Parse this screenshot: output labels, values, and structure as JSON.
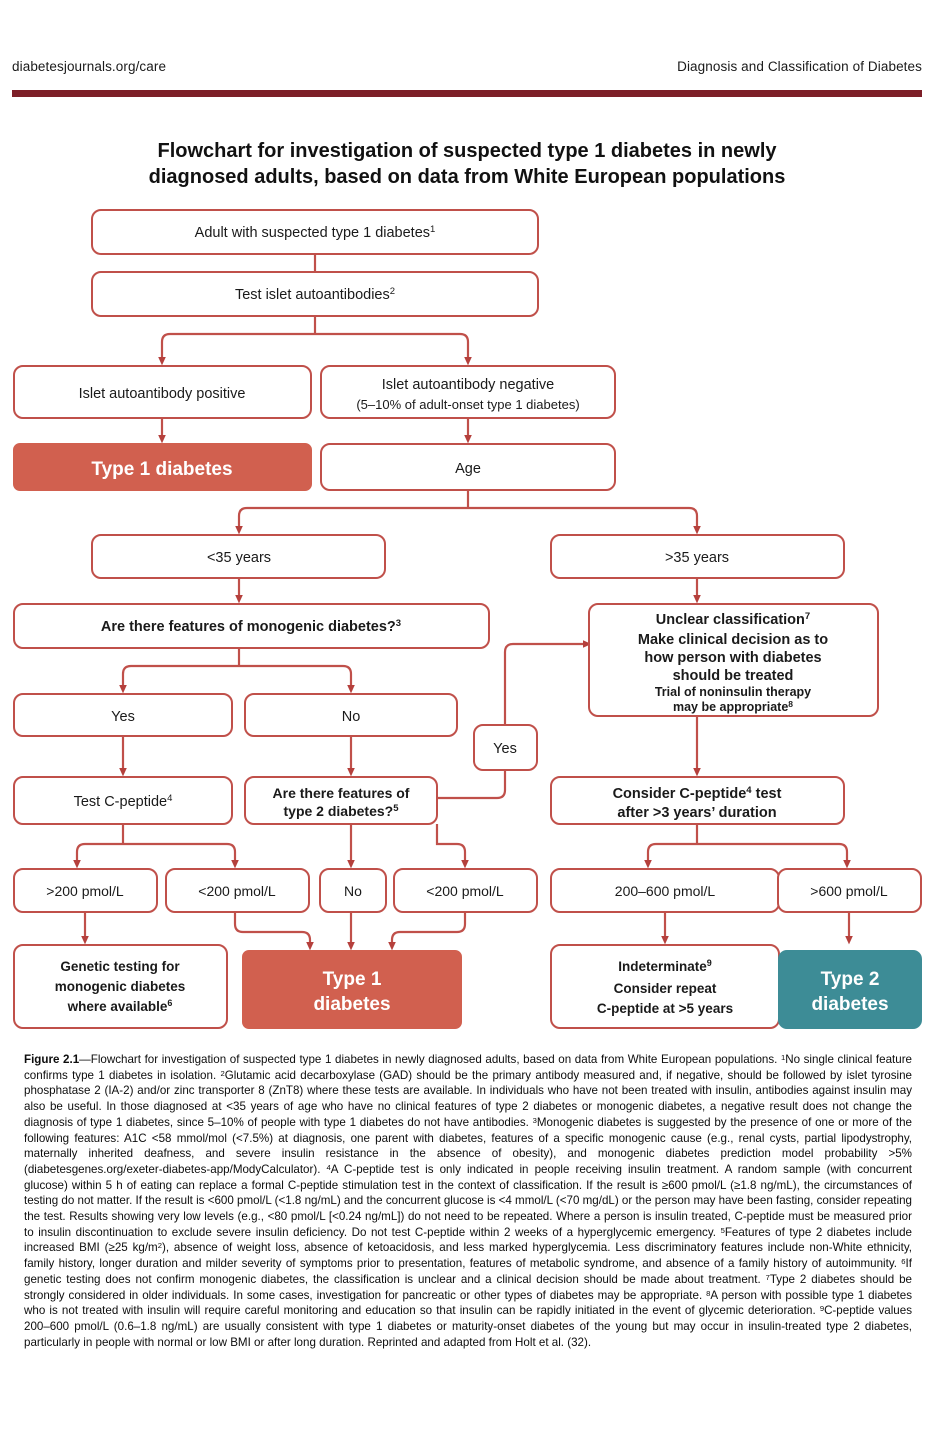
{
  "running_head": {
    "left": "diabetesjournals.org/care",
    "right": "Diagnosis and Classification of Diabetes"
  },
  "figure": {
    "title_line1": "Flowchart for investigation of suspected type 1 diabetes in newly",
    "title_line2": "diagnosed adults, based on data from White European populations"
  },
  "colors": {
    "box_stroke": "#c0504a",
    "connector": "#c0504a",
    "type1_fill": "#d1604f",
    "type2_fill": "#3d8c96",
    "rule": "#7d1f28",
    "text": "#1a1a1a"
  },
  "chart_data": {
    "type": "flowchart",
    "title": "Flowchart for investigation of suspected type 1 diabetes in newly diagnosed adults, based on data from White European populations",
    "nodes": [
      {
        "id": "n1",
        "label": "Adult with suspected type 1 diabetes",
        "sup": "1",
        "style": "white"
      },
      {
        "id": "n2",
        "label": "Test islet autoantibodies",
        "sup": "2",
        "style": "white"
      },
      {
        "id": "n3",
        "label": "Islet autoantibody positive",
        "sup": "",
        "style": "white"
      },
      {
        "id": "n4",
        "label": "Islet autoantibody negative",
        "sub": "(5–10% of adult-onset type 1 diabetes)",
        "sup": "",
        "style": "white"
      },
      {
        "id": "n5",
        "label": "Type 1 diabetes",
        "sup": "",
        "style": "red"
      },
      {
        "id": "n6",
        "label": "Age",
        "sup": "",
        "style": "white"
      },
      {
        "id": "n7",
        "label": "<35 years",
        "sup": "",
        "style": "white"
      },
      {
        "id": "n8",
        "label": ">35 years",
        "sup": "",
        "style": "white"
      },
      {
        "id": "n9",
        "label": "Are there features of monogenic diabetes?",
        "sup": "3",
        "style": "white"
      },
      {
        "id": "n10",
        "label": "Unclear classification",
        "sup": "7",
        "lines": [
          "Make clinical decision as to",
          "how person with diabetes",
          "should be treated"
        ],
        "small_lines": [
          "Trial of noninsulin therapy",
          "may be appropriate"
        ],
        "small_sup": "8",
        "style": "white"
      },
      {
        "id": "n11",
        "label": "Yes",
        "sup": "",
        "style": "white"
      },
      {
        "id": "n12",
        "label": "No",
        "sup": "",
        "style": "white"
      },
      {
        "id": "n13",
        "label": "Yes",
        "sup": "",
        "style": "white"
      },
      {
        "id": "n14",
        "label": "Test C-peptide",
        "sup": "4",
        "style": "white"
      },
      {
        "id": "n15",
        "label": "Are there features of",
        "line2": "type 2 diabetes?",
        "sup": "5",
        "style": "white"
      },
      {
        "id": "n16",
        "label": "Consider C-peptide",
        "sup": "4",
        "label_tail": " test",
        "line2": "after >3 years’ duration",
        "style": "white"
      },
      {
        "id": "n17",
        "label": ">200 pmol/L",
        "sup": "",
        "style": "white"
      },
      {
        "id": "n18",
        "label": "<200 pmol/L",
        "sup": "",
        "style": "white"
      },
      {
        "id": "n19",
        "label": "No",
        "sup": "",
        "style": "white"
      },
      {
        "id": "n20",
        "label": "<200 pmol/L",
        "sup": "",
        "style": "white"
      },
      {
        "id": "n21",
        "label": "200–600 pmol/L",
        "sup": "",
        "style": "white"
      },
      {
        "id": "n22",
        "label": ">600 pmol/L",
        "sup": "",
        "style": "white"
      },
      {
        "id": "n23",
        "lines": [
          "Genetic testing for",
          "monogenic diabetes",
          "where available"
        ],
        "sup": "6",
        "style": "white"
      },
      {
        "id": "n24",
        "lines": [
          "Type 1",
          "diabetes"
        ],
        "sup": "",
        "style": "red"
      },
      {
        "id": "n25",
        "label": "Indeterminate",
        "sup": "9",
        "lines2": [
          "Consider repeat",
          "C-peptide at >5 years"
        ],
        "style": "white"
      },
      {
        "id": "n26",
        "lines": [
          "Type 2",
          "diabetes"
        ],
        "sup": "",
        "style": "teal"
      }
    ],
    "edges": [
      {
        "from": "n1",
        "to": "n2"
      },
      {
        "from": "n2",
        "to": "n3"
      },
      {
        "from": "n2",
        "to": "n4"
      },
      {
        "from": "n3",
        "to": "n5"
      },
      {
        "from": "n4",
        "to": "n6"
      },
      {
        "from": "n6",
        "to": "n7"
      },
      {
        "from": "n6",
        "to": "n8"
      },
      {
        "from": "n7",
        "to": "n9"
      },
      {
        "from": "n8",
        "to": "n10"
      },
      {
        "from": "n9",
        "to": "n11"
      },
      {
        "from": "n9",
        "to": "n12"
      },
      {
        "from": "n11",
        "to": "n14"
      },
      {
        "from": "n12",
        "to": "n15"
      },
      {
        "from": "n15",
        "to": "n13"
      },
      {
        "from": "n13",
        "to": "n10"
      },
      {
        "from": "n10",
        "to": "n16"
      },
      {
        "from": "n14",
        "to": "n17"
      },
      {
        "from": "n14",
        "to": "n18"
      },
      {
        "from": "n15",
        "to": "n19"
      },
      {
        "from": "n15",
        "to": "n20"
      },
      {
        "from": "n16",
        "to": "n21"
      },
      {
        "from": "n16",
        "to": "n22"
      },
      {
        "from": "n17",
        "to": "n23"
      },
      {
        "from": "n18",
        "to": "n24"
      },
      {
        "from": "n19",
        "to": "n24"
      },
      {
        "from": "n20",
        "to": "n24"
      },
      {
        "from": "n21",
        "to": "n25"
      },
      {
        "from": "n22",
        "to": "n26"
      }
    ]
  },
  "caption": {
    "label": "Figure 2.1",
    "dash": "—",
    "text_html": "Flowchart for investigation of suspected type 1 diabetes in newly diagnosed adults, based on data from White European populations. <sup>1</sup>No single clinical feature confirms type 1 diabetes in isolation. <sup>2</sup>Glutamic acid decarboxylase (GAD) should be the primary antibody measured and, if negative, should be followed by islet tyrosine phosphatase 2 (IA-2) and/or zinc transporter 8 (ZnT8) where these tests are available. In individuals who have not been treated with insulin, antibodies against insulin may also be useful. In those diagnosed at &lt;35 years of age who have no clinical features of type 2 diabetes or monogenic diabetes, a negative result does not change the diagnosis of type 1 diabetes, since 5–10% of people with type 1 diabetes do not have antibodies. <sup>3</sup>Monogenic diabetes is suggested by the presence of one or more of the following features: A1C &lt;58 mmol/mol (&lt;7.5%) at diagnosis, one parent with diabetes, features of a specific monogenic cause (e.g., renal cysts, partial lipodystrophy, maternally inherited deafness, and severe insulin resistance in the absence of obesity), and monogenic diabetes prediction model probability &gt;5% (diabetesgenes.org/exeter-diabetes-app/ModyCalculator). <sup>4</sup>A C-peptide test is only indicated in people receiving insulin treatment. A random sample (with concurrent glucose) within 5 h of eating can replace a formal C-peptide stimulation test in the context of classification. If the result is ≥600 pmol/L (≥1.8 ng/mL), the circumstances of testing do not matter. If the result is &lt;600 pmol/L (&lt;1.8 ng/mL) and the concurrent glucose is &lt;4 mmol/L (&lt;70 mg/dL) or the person may have been fasting, consider repeating the test. Results showing very low levels (e.g., &lt;80 pmol/L [&lt;0.24 ng/mL]) do not need to be repeated. Where a person is insulin treated, C-peptide must be measured prior to insulin discontinuation to exclude severe insulin deficiency. Do not test C-peptide within 2 weeks of a hyperglycemic emergency. <sup>5</sup>Features of type 2 diabetes include increased BMI (≥25 kg/m<sup>2</sup>), absence of weight loss, absence of ketoacidosis, and less marked hyperglycemia. Less discriminatory features include non-White ethnicity, family history, longer duration and milder severity of symptoms prior to presentation, features of metabolic syndrome, and absence of a family history of autoimmunity. <sup>6</sup>If genetic testing does not confirm monogenic diabetes, the classification is unclear and a clinical decision should be made about treatment. <sup>7</sup>Type 2 diabetes should be strongly considered in older individuals. In some cases, investigation for pancreatic or other types of diabetes may be appropriate. <sup>8</sup>A person with possible type 1 diabetes who is not treated with insulin will require careful monitoring and education so that insulin can be rapidly initiated in the event of glycemic deterioration. <sup>9</sup>C-peptide values 200–600 pmol/L (0.6–1.8 ng/mL) are usually consistent with type 1 diabetes or maturity-onset diabetes of the young but may occur in insulin-treated type 2 diabetes, particularly in people with normal or low BMI or after long duration. Reprinted and adapted from Holt et al. (32)."
  }
}
